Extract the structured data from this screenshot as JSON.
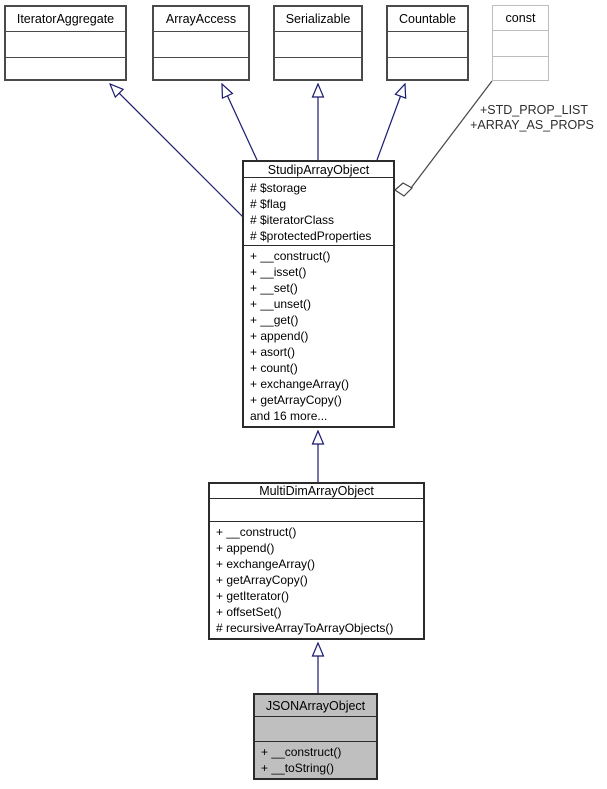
{
  "diagram": {
    "interfaces": [
      {
        "name": "IteratorAggregate"
      },
      {
        "name": "ArrayAccess"
      },
      {
        "name": "Serializable"
      },
      {
        "name": "Countable"
      }
    ],
    "const_box": {
      "name": "const"
    },
    "aggregation_labels": {
      "line1": "+STD_PROP_LIST",
      "line2": "+ARRAY_AS_PROPS"
    },
    "classes": {
      "studip": {
        "title": "StudipArrayObject",
        "fields": [
          "# $storage",
          "# $flag",
          "# $iteratorClass",
          "# $protectedProperties"
        ],
        "methods": [
          "+ __construct()",
          "+ __isset()",
          "+ __set()",
          "+ __unset()",
          "+ __get()",
          "+ append()",
          "+ asort()",
          "+ count()",
          "+ exchangeArray()",
          "+ getArrayCopy()",
          "and 16 more..."
        ]
      },
      "multidim": {
        "title": "MultiDimArrayObject",
        "fields": [],
        "methods": [
          "+ __construct()",
          "+ append()",
          "+ exchangeArray()",
          "+ getArrayCopy()",
          "+ getIterator()",
          "+ offsetSet()",
          "# recursiveArrayToArrayObjects()"
        ]
      },
      "json": {
        "title": "JSONArrayObject",
        "fields": [],
        "methods": [
          "+ __construct()",
          "+ __toString()"
        ]
      }
    },
    "colors": {
      "inheritance_line": "#191970",
      "aggregation_line": "#454545",
      "interface_border": "#4a4a4a",
      "class_border": "#2b2b2b",
      "muted_border": "#bcbcbc",
      "selected_fill": "#bfbfbf",
      "background": "#ffffff"
    }
  }
}
